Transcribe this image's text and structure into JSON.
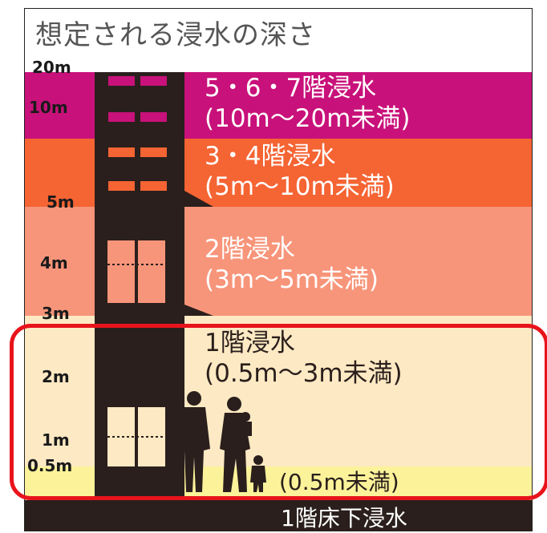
{
  "title": "想定される浸水の深さ",
  "bands": [
    {
      "line1": "5・6・7階浸水",
      "line2": "(10m～20m未満)",
      "color": "#c8117a"
    },
    {
      "line1": "3・4階浸水",
      "line2": "(5m～10m未満)",
      "color": "#f56433"
    },
    {
      "line1": "2階浸水",
      "line2": "(3m～5m未満)",
      "color": "#f7957a"
    },
    {
      "line1": "1階浸水",
      "line2": "(0.5m～3m未満)",
      "color": "#fde9c3"
    }
  ],
  "shallow": {
    "label": "(0.5m未満)",
    "color": "#fbf29a"
  },
  "footer": {
    "label": "1階床下浸水",
    "color": "#2a1f1c"
  },
  "depth_marks": [
    "20m",
    "10m",
    "5m",
    "4m",
    "3m",
    "2m",
    "1m",
    "0.5m"
  ],
  "building_color": "#2a1f1c",
  "highlight_color": "#e8141c"
}
